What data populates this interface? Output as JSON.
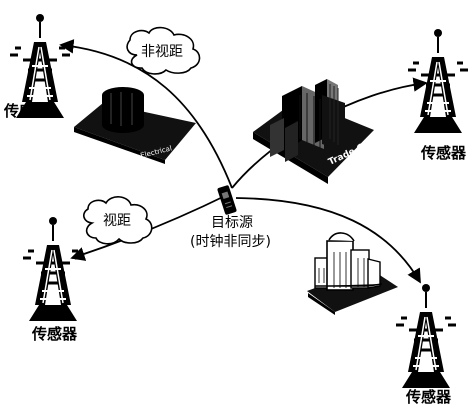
{
  "labels": {
    "sensor_top_left": "传感器",
    "sensor_top_right": "传感器",
    "sensor_bottom_left": "传感器",
    "sensor_bottom_right": "传感器",
    "nlos": "非视距",
    "los": "视距",
    "target_source": "目标源",
    "clock_note": "(时钟非同步)",
    "trade_center": "Trade Center",
    "electrical": "Electrical"
  },
  "icons": {
    "tower": "radio-tower-icon",
    "phone": "mobile-phone-icon",
    "building": "building-icon",
    "cloud": "cloud-icon"
  },
  "colors": {
    "ink": "#000000",
    "paper": "#ffffff",
    "gray": "#666666",
    "light_gray": "#d9d9d9"
  }
}
